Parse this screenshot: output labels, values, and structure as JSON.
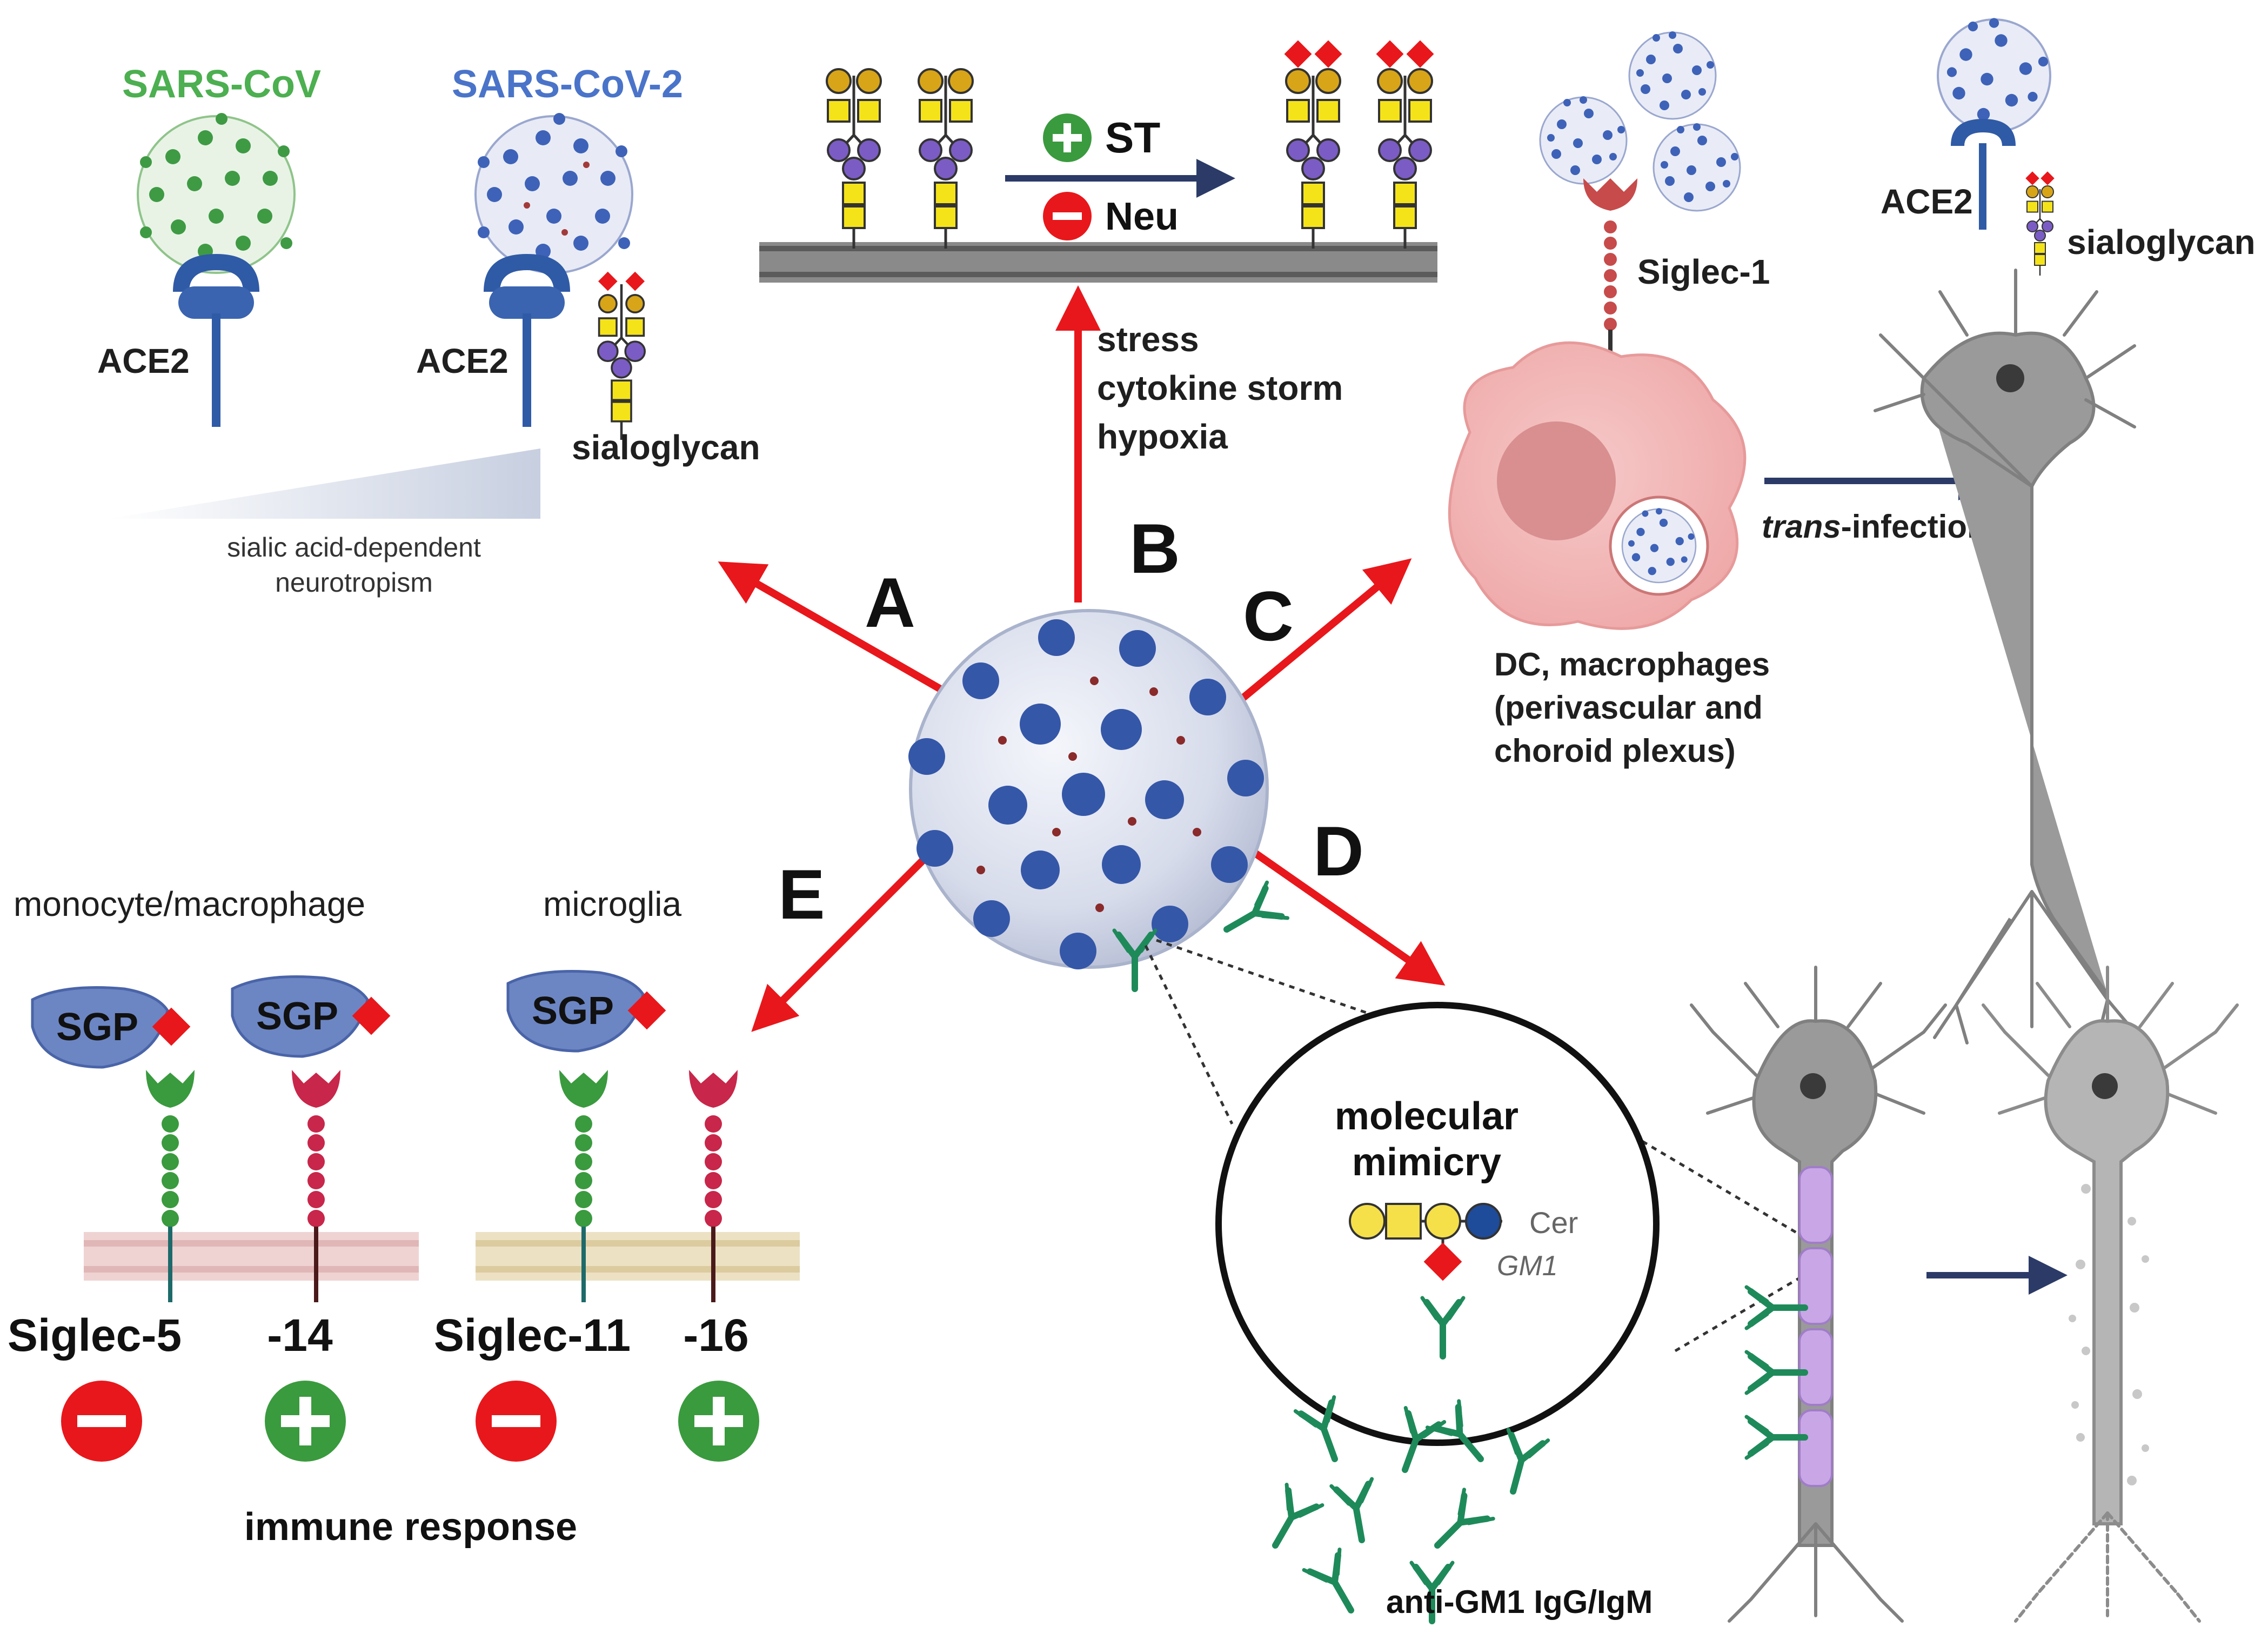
{
  "virus_labels": {
    "sars_cov": "SARS-CoV",
    "sars_cov_2": "SARS-CoV-2"
  },
  "receptor_labels": {
    "ace2": "ACE2",
    "sialoglycan": "sialoglycan",
    "siglec_1": "Siglec-1"
  },
  "panel_a": {
    "letter": "A",
    "gradient_line1": "sialic acid-dependent",
    "gradient_line2": "neurotropism"
  },
  "panel_b": {
    "letter": "B",
    "st": "ST",
    "neu": "Neu",
    "triggers": [
      "stress",
      "cytokine storm",
      "hypoxia"
    ]
  },
  "panel_c": {
    "letter": "C",
    "trans_italic": "trans",
    "trans_rest": "-infection",
    "cell_lines": [
      "DC, macrophages",
      "(perivascular and",
      "choroid plexus)"
    ]
  },
  "panel_d": {
    "letter": "D",
    "mimicry_line1": "molecular",
    "mimicry_line2": "mimicry",
    "cer": "Cer",
    "gm1": "GM1",
    "antibody": "anti-GM1 IgG/IgM"
  },
  "panel_e": {
    "letter": "E",
    "mono_title": "monocyte/macrophage",
    "microglia_title": "microglia",
    "sgp": "SGP",
    "siglec5": "Siglec-5",
    "s14": "-14",
    "siglec11": "Siglec-11",
    "s16": "-16",
    "immune": "immune response"
  },
  "colors": {
    "sars_cov_green": "#4caf50",
    "sars_cov_2_blue": "#4a74c9",
    "arrow_red": "#e8171b",
    "arrow_navy": "#2b3a67",
    "ace2_blue": "#2f5aa6",
    "antibody_green": "#1e8a5a"
  }
}
